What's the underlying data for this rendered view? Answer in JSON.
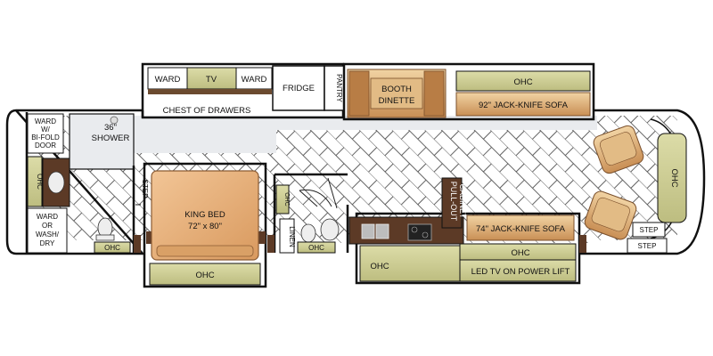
{
  "labels": {
    "ward_left": "WARD",
    "tv": "TV",
    "ward_right": "WARD",
    "fridge": "FRIDGE",
    "pantry": "PANTRY",
    "booth_dinette_1": "BOOTH",
    "booth_dinette_2": "DINETTE",
    "ohc_top": "OHC",
    "sofa_top": "92\" JACK-KNIFE SOFA",
    "chest": "CHEST OF DRAWERS",
    "ward_bifold_1": "WARD",
    "ward_bifold_2": "W/",
    "ward_bifold_3": "BI-FOLD",
    "ward_bifold_4": "DOOR",
    "shower_1": "36\"",
    "shower_2": "SHOWER",
    "ohc_rear_left": "OHC",
    "step_rear": "STEP",
    "ward_wash_1": "WARD",
    "ward_wash_2": "OR",
    "ward_wash_3": "WASH/",
    "ward_wash_4": "DRY",
    "ohc_bath": "OHC",
    "bed_1": "KING BED",
    "bed_2": "72\" x 80\"",
    "ohc_bed": "OHC",
    "ohc_small": "OHC",
    "linen": "LINEN",
    "ohc_galley_low": "OHC",
    "pullout_1": "PULL-OUT",
    "pullout_2": "CABINET",
    "sofa_bottom": "74\" JACK-KNIFE SOFA",
    "ohc_galley": "OHC",
    "ohc_slide": "OHC",
    "led_tv": "LED TV ON POWER LIFT",
    "ohc_front": "OHC",
    "step_front_1": "STEP",
    "step_front_2": "STEP"
  },
  "colors": {
    "floor_tile": "#ffffff",
    "tile_lines": "#555555",
    "cabinet": "#cfcf93",
    "cabinet_dark": "#b7b67a",
    "bed": "#e7b27c",
    "bed_dark": "#c8905a",
    "sofa": "#e0b880",
    "sofa_dark": "#b9814c",
    "counter": "#5c3a26",
    "carpet_grey": "#e9ebee",
    "wall": "#111111"
  }
}
